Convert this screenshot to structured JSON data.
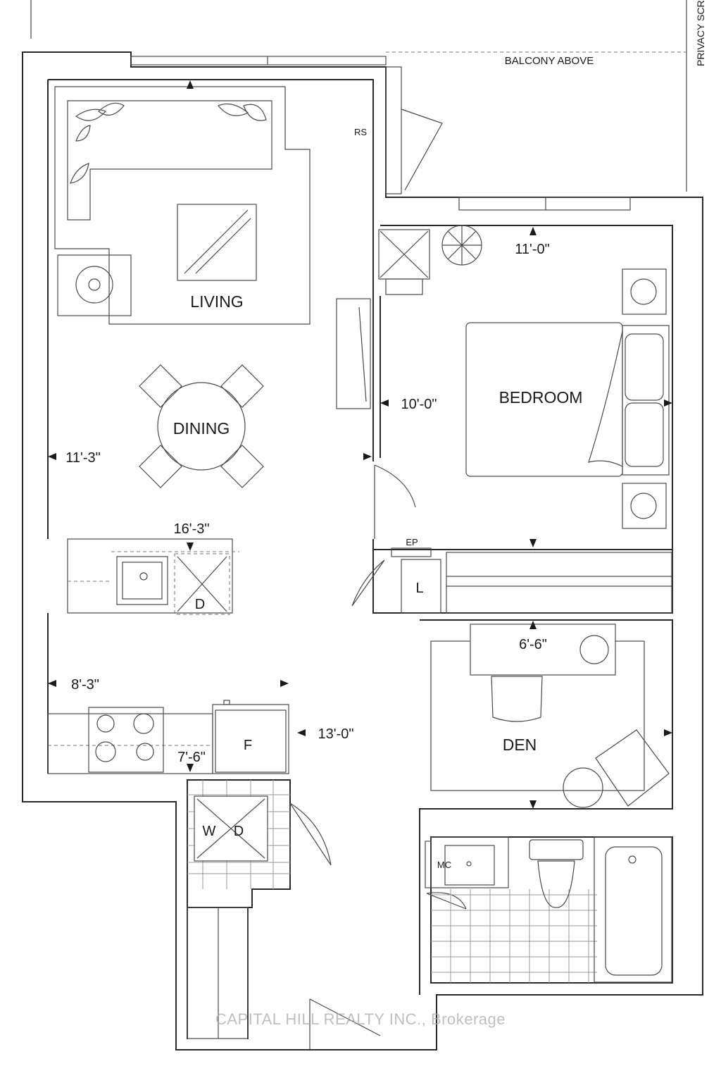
{
  "labels": {
    "balcony": "BALCONY ABOVE",
    "privacy": "PRIVACY SCR",
    "rs": "RS",
    "living": "LIVING",
    "dining": "DINING",
    "bedroom": "BEDROOM",
    "den": "DEN",
    "ep": "EP",
    "linen": "L",
    "dishwasher": "D",
    "fridge": "F",
    "washer": "W",
    "dryer": "D",
    "mc": "MC"
  },
  "dimensions": {
    "bed_width": "11'-0\"",
    "bed_depth": "10'-0\"",
    "living_width": "11'-3\"",
    "living_depth": "16'-3\"",
    "kitchen_width": "8'-3\"",
    "kitchen_depth": "7'-6\"",
    "den_width": "6'-6\"",
    "den_depth": "13'-0\""
  },
  "watermark": "CAPITAL HILL REALTY INC., Brokerage"
}
